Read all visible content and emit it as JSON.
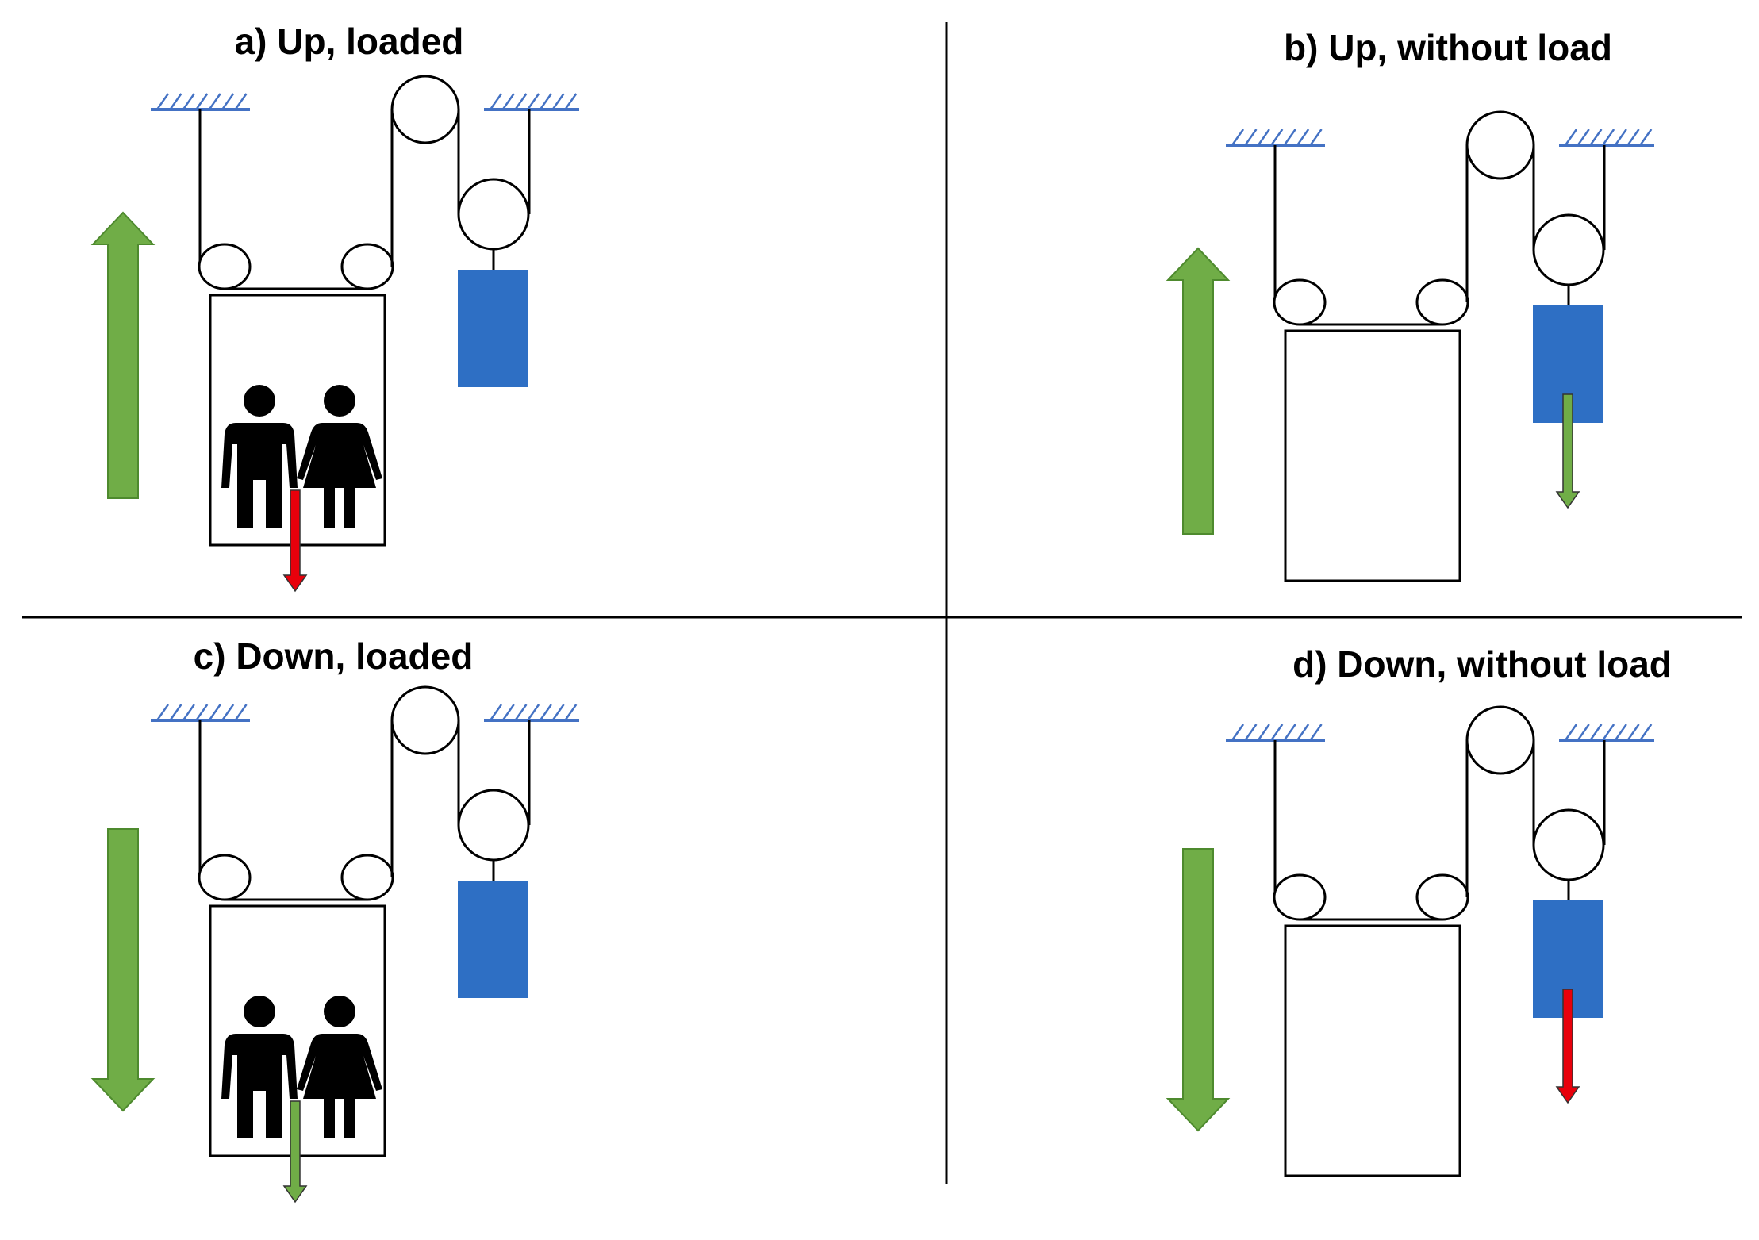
{
  "panels": [
    {
      "id": "a",
      "title": "a) Up, loaded",
      "loaded": true,
      "cabin_motion": "up",
      "force_arrow": "down",
      "force_on": "cabin",
      "force_color": "#e8000b"
    },
    {
      "id": "b",
      "title": "b) Up, without load",
      "loaded": false,
      "cabin_motion": "up",
      "force_arrow": "down",
      "force_on": "counterweight",
      "force_color": "#70ad47"
    },
    {
      "id": "c",
      "title": "c) Down, loaded",
      "loaded": true,
      "cabin_motion": "down",
      "force_arrow": "down",
      "force_on": "cabin",
      "force_color": "#70ad47"
    },
    {
      "id": "d",
      "title": "d) Down, without load",
      "loaded": false,
      "cabin_motion": "down",
      "force_arrow": "down",
      "force_on": "counterweight",
      "force_color": "#e8000b"
    }
  ],
  "colors": {
    "motion_arrow": "#70ad47",
    "motion_arrow_stroke": "#4e8a2e",
    "counterweight": "#2e6fc4",
    "hatch": "#4472c4",
    "rope": "#000000"
  },
  "icons": {
    "passengers": "man-woman-icon",
    "support": "ceiling-hatch-icon",
    "pulley": "pulley-icon"
  }
}
